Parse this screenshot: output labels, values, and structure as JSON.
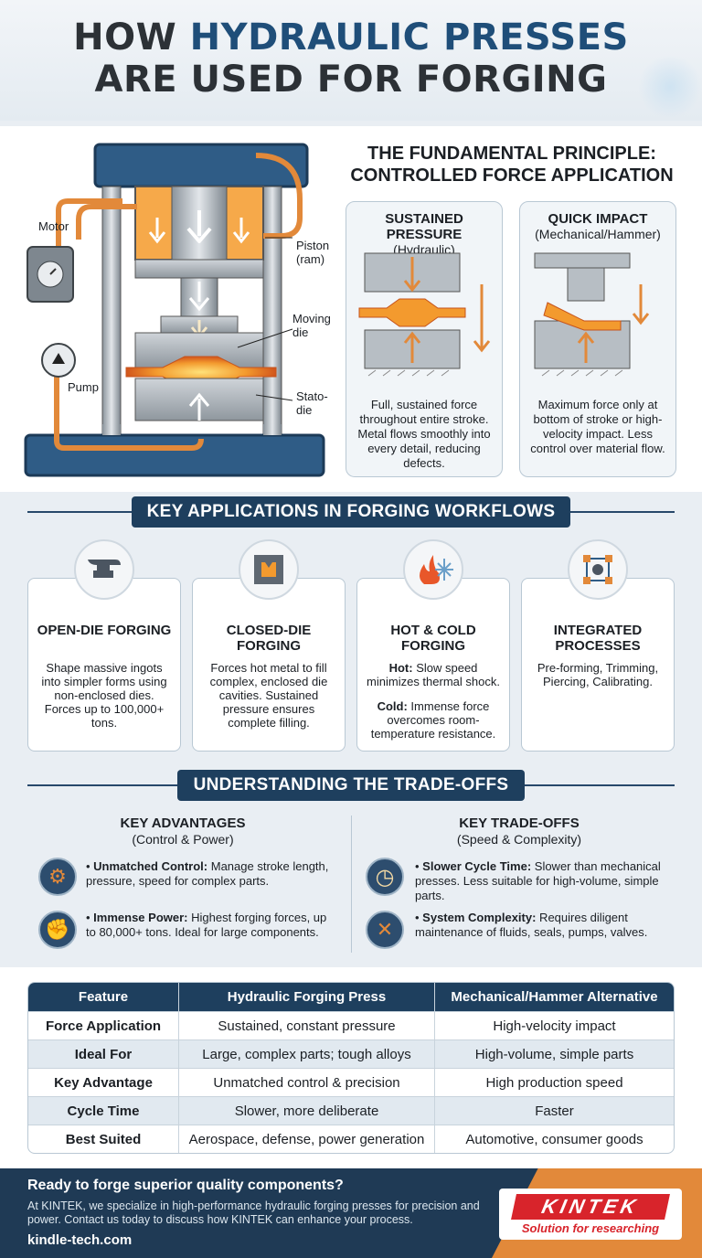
{
  "title": {
    "line1_a": "HOW ",
    "line1_b": "HYDRAULIC PRESSES",
    "line2": "ARE USED FOR FORGING"
  },
  "diagram": {
    "motor": "Motor",
    "pump": "Pump",
    "piston": "Piston\n(ram)",
    "moving_die": "Moving\ndie",
    "stationary_die": "Stato-\ndie"
  },
  "principle": {
    "title": "THE FUNDAMENTAL PRINCIPLE: CONTROLLED FORCE APPLICATION",
    "sustained": {
      "title": "SUSTAINED PRESSURE",
      "sub": "(Hydraulic)",
      "text": "Full, sustained force throughout entire stroke. Metal flows smoothly into every detail, reducing defects."
    },
    "impact": {
      "title": "QUICK IMPACT",
      "sub": "(Mechanical/Hammer)",
      "text": "Maximum force only at bottom of stroke or high-velocity impact. Less control over material flow."
    }
  },
  "applications": {
    "banner": "KEY APPLICATIONS IN FORGING WORKFLOWS",
    "items": [
      {
        "icon": "anvil-icon",
        "title": "OPEN-DIE FORGING",
        "text": "Shape massive ingots into simpler forms using non-enclosed dies. Forces up to 100,000+ tons."
      },
      {
        "icon": "die-mold-icon",
        "title": "CLOSED-DIE FORGING",
        "text": "Forces hot metal to fill complex, enclosed die cavities. Sustained pressure ensures complete filling."
      },
      {
        "icon": "fire-snowflake-icon",
        "title": "HOT & COLD FORGING",
        "hot_label": "Hot:",
        "hot_text": " Slow speed minimizes thermal shock.",
        "cold_label": "Cold:",
        "cold_text": " Immense force overcomes room-temperature resistance."
      },
      {
        "icon": "process-cycle-icon",
        "title": "INTEGRATED PROCESSES",
        "text": "Pre-forming, Trimming, Piercing, Calibrating."
      }
    ]
  },
  "tradeoffs": {
    "banner": "UNDERSTANDING THE TRADE-OFFS",
    "advantages": {
      "title": "KEY ADVANTAGES",
      "sub": "(Control & Power)",
      "items": [
        {
          "icon": "gear-target-icon",
          "label": "Unmatched Control:",
          "text": " Manage stroke length, pressure, speed for complex parts."
        },
        {
          "icon": "flexed-arm-icon",
          "label": "Immense Power:",
          "text": " Highest forging forces, up to 80,000+ tons. Ideal for large components."
        }
      ]
    },
    "tradeoffs": {
      "title": "KEY TRADE-OFFS",
      "sub": "(Speed & Complexity)",
      "items": [
        {
          "icon": "clock-icon",
          "label": "Slower Cycle Time:",
          "text": " Slower than mechanical presses. Less suitable for high-volume, simple parts."
        },
        {
          "icon": "wrench-screwdriver-icon",
          "label": "System Complexity:",
          "text": " Requires diligent maintenance of fluids, seals, pumps, valves."
        }
      ]
    }
  },
  "table": {
    "headers": [
      "Feature",
      "Hydraulic Forging Press",
      "Mechanical/Hammer Alternative"
    ],
    "rows": [
      [
        "Force Application",
        "Sustained, constant pressure",
        "High-velocity impact"
      ],
      [
        "Ideal For",
        "Large, complex parts; tough alloys",
        "High-volume, simple parts"
      ],
      [
        "Key Advantage",
        "Unmatched control & precision",
        "High production speed"
      ],
      [
        "Cycle Time",
        "Slower, more deliberate",
        "Faster"
      ],
      [
        "Best Suited",
        "Aerospace, defense, power generation",
        "Automotive, consumer goods"
      ]
    ]
  },
  "footer": {
    "headline": "Ready to forge superior quality components?",
    "text": "At KINTEK, we specialize in high-performance hydraulic forging presses for precision and power. Contact us today to discuss how KINTEK can enhance your process.",
    "url": "kindle-tech.com",
    "logo": "KINTEK",
    "tagline": "Solution for researching"
  },
  "colors": {
    "navy": "#1e3f5e",
    "orange": "#e2893a",
    "hot_metal": "#f39a2e",
    "brand_red": "#d8242b"
  }
}
